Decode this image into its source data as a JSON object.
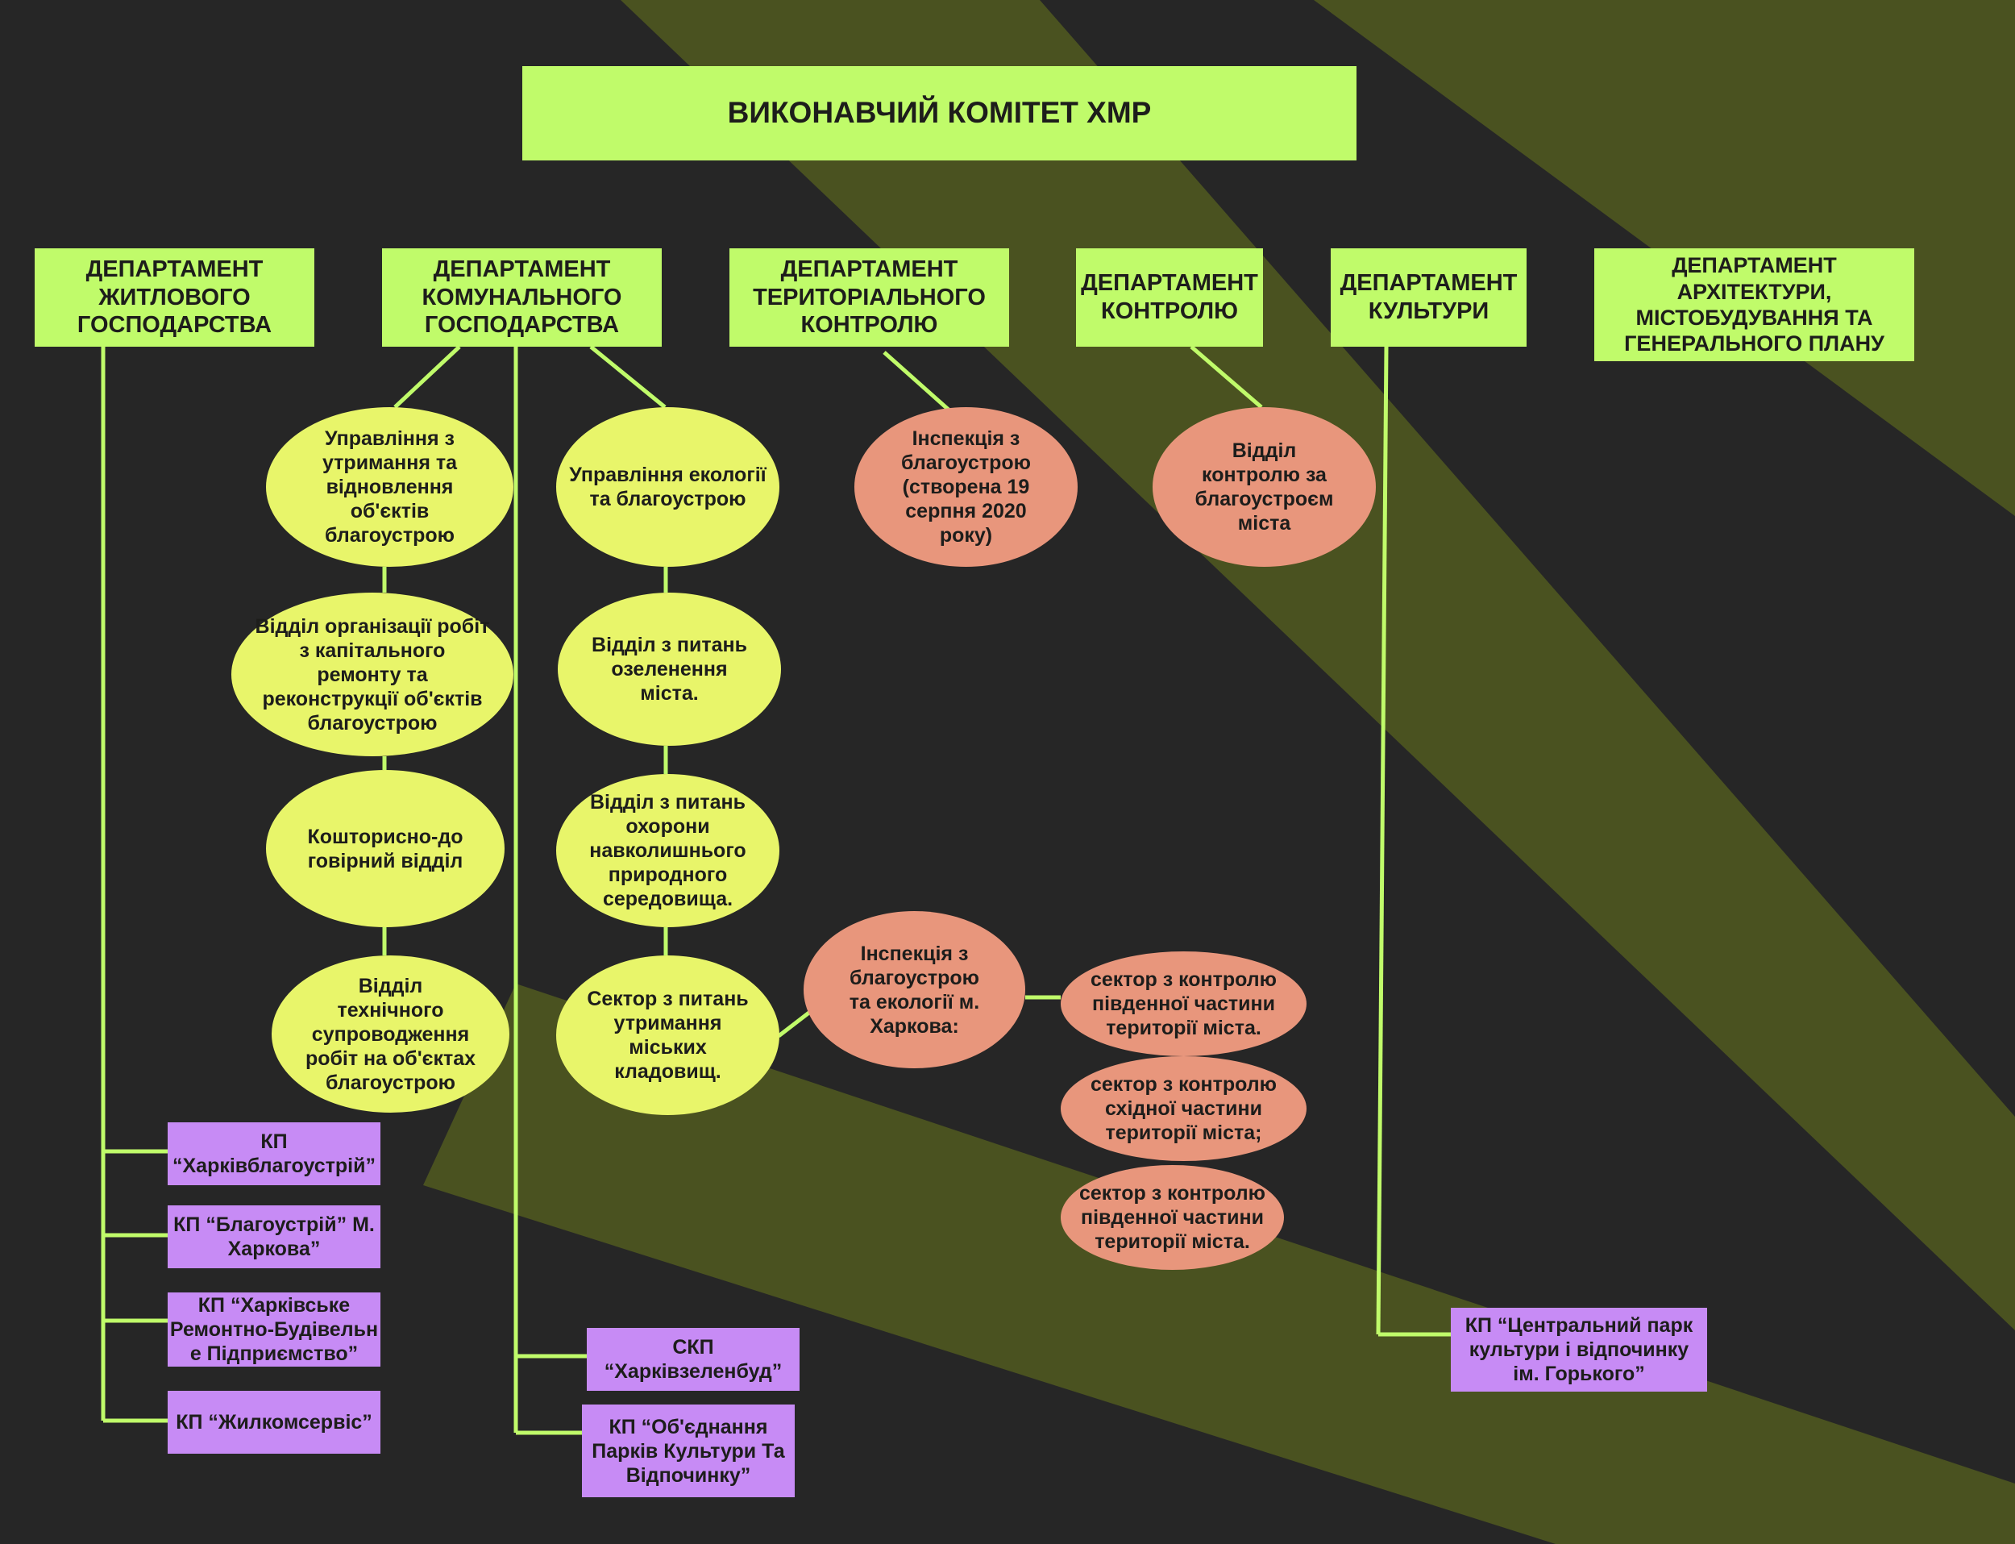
{
  "colors": {
    "background": "#262626",
    "band": "#4a5220",
    "line": "#c0fb6a",
    "dept_box": "#c0fb6a",
    "yellow_ellipse": "#e8f56a",
    "salmon_ellipse": "#e8967c",
    "purple_box": "#c78bf5"
  },
  "top": {
    "title": "ВИКОНАВЧИЙ КОМІТЕТ ХМР"
  },
  "departments": {
    "housing": "ДЕПАРТАМЕНТ\nЖИТЛОВОГО\nГОСПОДАРСТВА",
    "communal": "ДЕПАРТАМЕНТ\nКОМУНАЛЬНОГО\nГОСПОДАРСТВА",
    "territorial": "ДЕПАРТАМЕНТ\nТЕРИТОРІАЛЬНОГО\nКОНТРОЛЮ",
    "control": "ДЕПАРТАМЕНТ\nКОНТРОЛЮ",
    "culture": "ДЕПАРТАМЕНТ\nКУЛЬТУРИ",
    "architecture": "ДЕПАРТАМЕНТ\nАРХІТЕКТУРИ,\nМІСТОБУДУВАННЯ ТА\nГЕНЕРАЛЬНОГО ПЛАНУ"
  },
  "units": {
    "maintenance": "Управління з\nутримання та\nвідновлення\nоб'єктів\nблагоустрою",
    "capital_repair": "Відділ організації робіт\nз капітального\nремонту та\nреконструкції  об'єктів\nблагоустрою",
    "estimate": "Кошторисно-до\nговірний відділ",
    "technical": "Відділ\nтехнічного\nсупроводження\nробіт на об'єктах\nблагоустрою",
    "ecology": "Управління екології\nта благоустрою",
    "greening": "Відділ з питань\nозеленення\nміста.",
    "environment": "Відділ з питань\nохорони\nнавколишнього\nприродного\nсередовища.",
    "cemeteries": "Сектор з питань\nутримання\nміських\nкладовищ.",
    "inspection_2020": "Інспекція з\nблагоустрою\n(створена 19\nсерпня 2020\nроку)",
    "control_dept": "Відділ\nконтролю за\nблагоустроєм\nміста",
    "inspection_eco": "Інспекція з\nблагоустрою\nта екології м.\nХаркова:",
    "sector_south_1": "сектор з контролю\nпівденної частини\nтериторії міста.",
    "sector_east": "сектор з контролю\nсхідної частини\nтериторії міста;",
    "sector_south_2": "сектор з контролю\nпівденної частини\nтериторії міста."
  },
  "enterprises": {
    "kharkivblagoustriy": "КП\n“Харківблагоустрій”",
    "blagoustriy": "КП “Благоустрій” М.\nХаркова”",
    "remontno": "КП “Харківське\nРемонтно-Будівельн\nе Підприємство”",
    "zhylkomservis": "КП “Жилкомсервіс”",
    "zelenbud": "СКП\n“Харківзеленбуд”",
    "parks_union": "КП “Об'єднання\nПарків Культури Та\nВідпочинку”",
    "gorky_park": "КП “Центральний парк\nкультури і відпочинку\nім. Горького”"
  }
}
